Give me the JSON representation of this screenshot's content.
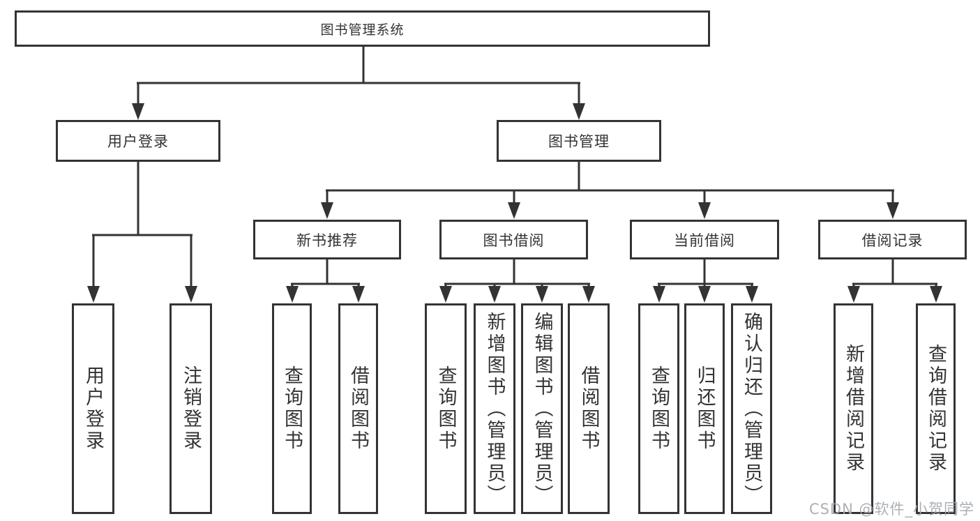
{
  "page": {
    "background": "#ffffff",
    "line_color": "#333333",
    "text_color": "#333333"
  },
  "diagram": {
    "type": "tree",
    "nodes": {
      "root": "图书管理系统",
      "user_login": "用户登录",
      "book_mgmt": "图书管理",
      "new_book_rec": "新书推荐",
      "book_borrow": "图书借阅",
      "current_borrow": "当前借阅",
      "borrow_records": "借阅记录",
      "leaf_login": "用户登录",
      "leaf_logout": "注销登录",
      "leaf_rec_query": "查询图书",
      "leaf_rec_borrow": "借阅图书",
      "leaf_bb_query": "查询图书",
      "leaf_bb_add": "新增图书（管理员）",
      "leaf_bb_edit": "编辑图书（管理员）",
      "leaf_bb_borrow": "借阅图书",
      "leaf_cb_query": "查询图书",
      "leaf_cb_return": "归还图书",
      "leaf_cb_confirm": "确认归还（管理员）",
      "leaf_br_add": "新增借阅记录",
      "leaf_br_query": "查询借阅记录"
    },
    "edges": [
      {
        "from": "root",
        "to": [
          "user_login",
          "book_mgmt"
        ]
      },
      {
        "from": "user_login",
        "to": [
          "leaf_login",
          "leaf_logout"
        ]
      },
      {
        "from": "book_mgmt",
        "to": [
          "new_book_rec",
          "book_borrow",
          "current_borrow",
          "borrow_records"
        ]
      },
      {
        "from": "new_book_rec",
        "to": [
          "leaf_rec_query",
          "leaf_rec_borrow"
        ]
      },
      {
        "from": "book_borrow",
        "to": [
          "leaf_bb_query",
          "leaf_bb_add",
          "leaf_bb_edit",
          "leaf_bb_borrow"
        ]
      },
      {
        "from": "current_borrow",
        "to": [
          "leaf_cb_query",
          "leaf_cb_return",
          "leaf_cb_confirm"
        ]
      },
      {
        "from": "borrow_records",
        "to": [
          "leaf_br_add",
          "leaf_br_query"
        ]
      }
    ]
  },
  "watermark": "CSDN @软件_小贺同学"
}
